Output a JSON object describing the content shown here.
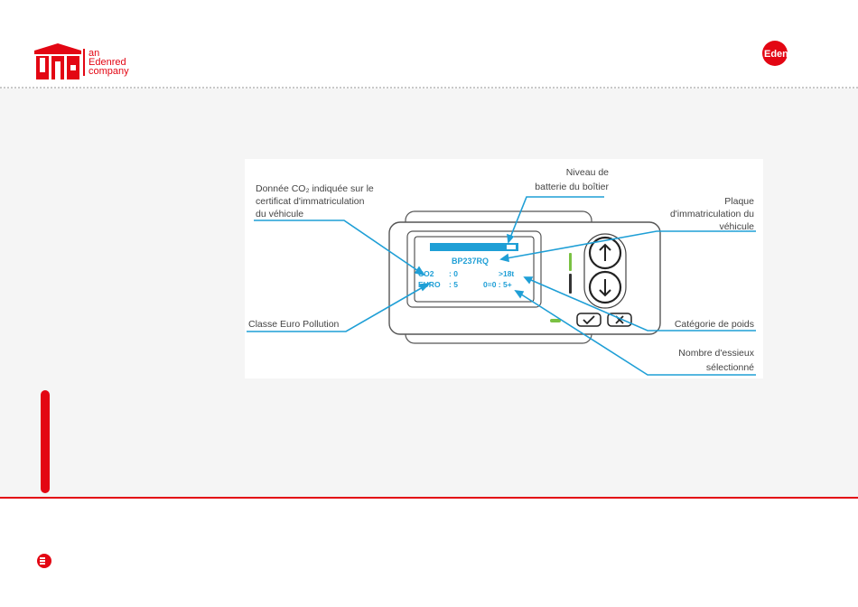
{
  "colors": {
    "brand_red": "#e30613",
    "callout_blue": "#1f9fd6",
    "device_green": "#7ac143"
  },
  "header": {
    "uta_logo": {
      "mark": "UTA",
      "tagline": [
        "an",
        "Edenred",
        "company"
      ]
    },
    "edenred_logo": {
      "text": "Edenred"
    }
  },
  "diagram": {
    "device": {
      "plate": "BP237RQ",
      "row1": {
        "label": "CO2",
        "value": ": 0",
        "weight": ">18t"
      },
      "row2": {
        "label": "EURO",
        "value": ": 5",
        "axles": "0=0 : 5+"
      },
      "buttons": [
        "arrow-up",
        "arrow-down",
        "check",
        "cross"
      ]
    },
    "callouts": {
      "co2": [
        "Donnée CO₂ indiquée sur le",
        "certificat d'immatriculation",
        "du véhicule"
      ],
      "battery": [
        "Niveau de",
        "batterie du boîtier"
      ],
      "plate": [
        "Plaque",
        "d'immatriculation du",
        "véhicule"
      ],
      "euro": [
        "Classe Euro Pollution"
      ],
      "weight": [
        "Catégorie de poids"
      ],
      "axles": [
        "Nombre d'essieux",
        "sélectionné"
      ]
    }
  },
  "footer": {
    "icon": "edenred-mark-icon"
  }
}
